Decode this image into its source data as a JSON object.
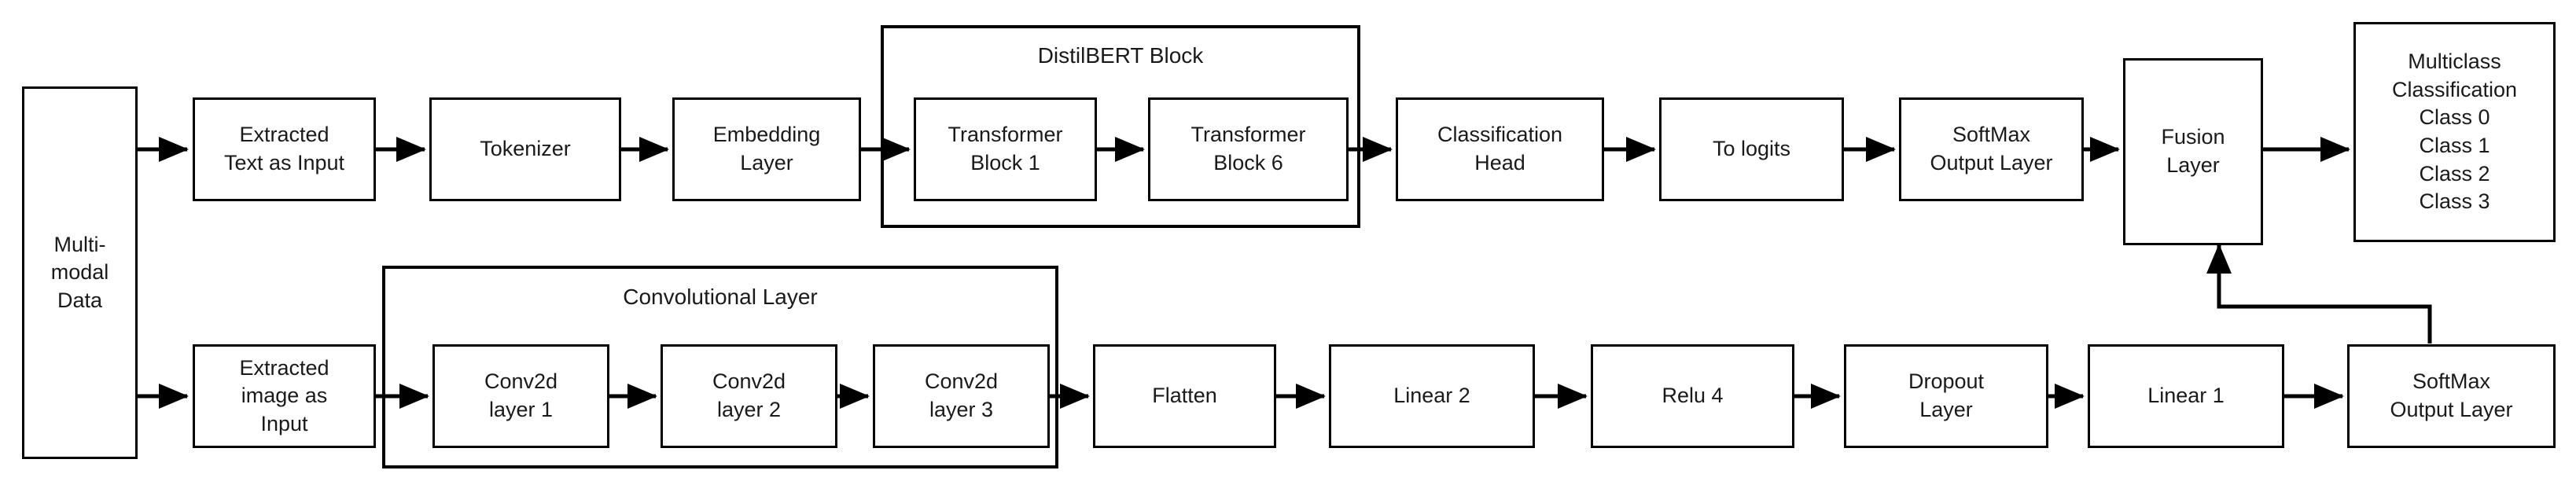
{
  "diagram": {
    "title": "Multimodal DistilBERT + CNN classification pipeline",
    "type": "flowchart",
    "colors": {
      "stroke": "#000000",
      "fill": "#ffffff",
      "text": "#1a1a1a"
    }
  },
  "groups": [
    {
      "id": "distilbert_block",
      "label": "DistilBERT Block",
      "contains": [
        "transformer_block_1",
        "transformer_block_6"
      ]
    },
    {
      "id": "convolutional_layer",
      "label": "Convolutional Layer",
      "contains": [
        "conv2d_layer_1",
        "conv2d_layer_2",
        "conv2d_layer_3"
      ]
    }
  ],
  "nodes": {
    "multimodal_data": {
      "label": "Multi-\nmodal\nData"
    },
    "extracted_text": {
      "label": "Extracted\nText as Input"
    },
    "tokenizer": {
      "label": "Tokenizer"
    },
    "embedding_layer": {
      "label": "Embedding\nLayer"
    },
    "transformer_block_1": {
      "label": "Transformer\nBlock 1"
    },
    "transformer_block_6": {
      "label": "Transformer\nBlock 6"
    },
    "classification_head": {
      "label": "Classification\nHead"
    },
    "to_logits": {
      "label": "To logits"
    },
    "softmax_output_text": {
      "label": "SoftMax\nOutput Layer"
    },
    "fusion_layer": {
      "label": "Fusion\nLayer"
    },
    "multiclass_classification": {
      "label": "Multiclass\nClassification\nClass 0\nClass 1\nClass 2\nClass 3"
    },
    "extracted_image": {
      "label": "Extracted\nimage as\nInput"
    },
    "conv2d_layer_1": {
      "label": "Conv2d\nlayer 1"
    },
    "conv2d_layer_2": {
      "label": "Conv2d\nlayer  2"
    },
    "conv2d_layer_3": {
      "label": "Conv2d\nlayer  3"
    },
    "flatten": {
      "label": "Flatten"
    },
    "linear_2": {
      "label": "Linear 2"
    },
    "relu_4": {
      "label": "Relu 4"
    },
    "dropout_layer": {
      "label": "Dropout\nLayer"
    },
    "linear_1": {
      "label": "Linear 1"
    },
    "softmax_output_image": {
      "label": "SoftMax\nOutput Layer"
    }
  },
  "edges": [
    {
      "from": "multimodal_data",
      "to": "extracted_text"
    },
    {
      "from": "extracted_text",
      "to": "tokenizer"
    },
    {
      "from": "tokenizer",
      "to": "embedding_layer"
    },
    {
      "from": "embedding_layer",
      "to": "transformer_block_1"
    },
    {
      "from": "transformer_block_1",
      "to": "transformer_block_6"
    },
    {
      "from": "transformer_block_6",
      "to": "classification_head"
    },
    {
      "from": "classification_head",
      "to": "to_logits"
    },
    {
      "from": "to_logits",
      "to": "softmax_output_text"
    },
    {
      "from": "softmax_output_text",
      "to": "fusion_layer"
    },
    {
      "from": "fusion_layer",
      "to": "multiclass_classification"
    },
    {
      "from": "multimodal_data",
      "to": "extracted_image"
    },
    {
      "from": "extracted_image",
      "to": "conv2d_layer_1"
    },
    {
      "from": "conv2d_layer_1",
      "to": "conv2d_layer_2"
    },
    {
      "from": "conv2d_layer_2",
      "to": "conv2d_layer_3"
    },
    {
      "from": "conv2d_layer_3",
      "to": "flatten"
    },
    {
      "from": "flatten",
      "to": "linear_2"
    },
    {
      "from": "linear_2",
      "to": "relu_4"
    },
    {
      "from": "relu_4",
      "to": "dropout_layer"
    },
    {
      "from": "dropout_layer",
      "to": "linear_1"
    },
    {
      "from": "linear_1",
      "to": "softmax_output_image"
    },
    {
      "from": "softmax_output_image",
      "to": "fusion_layer"
    }
  ]
}
